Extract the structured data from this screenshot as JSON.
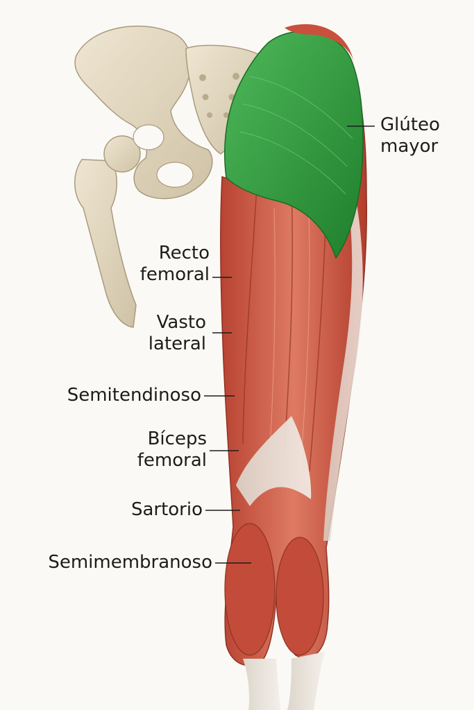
{
  "labels": {
    "gluteo": [
      "Glúteo",
      "mayor"
    ],
    "recto": [
      "Recto",
      "femoral"
    ],
    "vasto": [
      "Vasto",
      "lateral"
    ],
    "semitendinoso": [
      "Semitendinoso"
    ],
    "biceps": [
      "Bíceps",
      "femoral"
    ],
    "sartorio": [
      "Sartorio"
    ],
    "semimembranoso": [
      "Semimembranoso"
    ]
  },
  "colors": {
    "background": "#fbf9f5",
    "bone": "#e6dcc6",
    "muscle": "#cf5a46",
    "muscle_dark": "#9c3525",
    "tendon": "#e8e2da",
    "gluteus_highlight": "#2e9b3c"
  }
}
